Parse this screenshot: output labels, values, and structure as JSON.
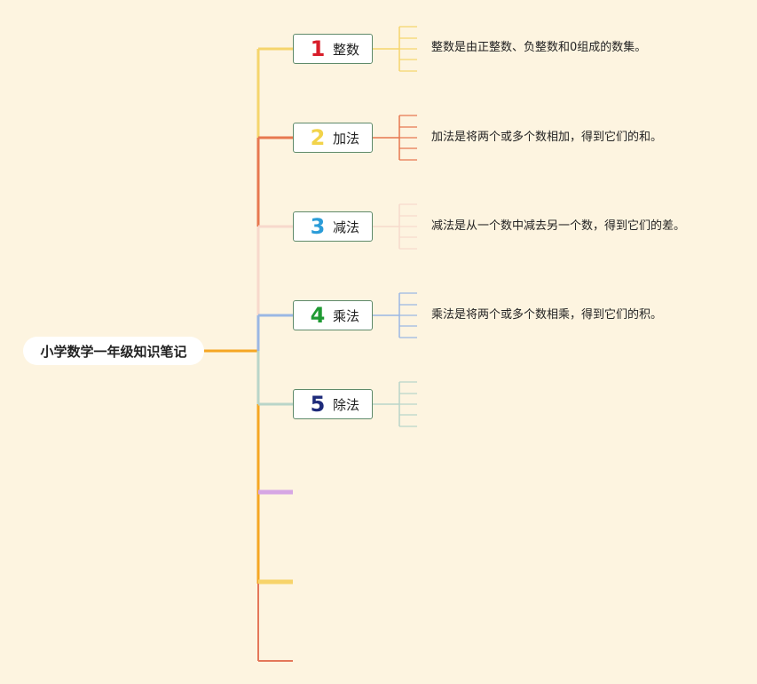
{
  "root": {
    "label": "小学数学一年级知识笔记"
  },
  "topics": [
    {
      "number": "1",
      "label": "整数",
      "color": "#d81e2a",
      "branch_color": "#f5d56c",
      "description": "整数是由正整数、负整数和0组成的数集。"
    },
    {
      "number": "2",
      "label": "加法",
      "color": "#f2d34a",
      "branch_color": "#e7774f",
      "description": "加法是将两个或多个数相加，得到它们的和。"
    },
    {
      "number": "3",
      "label": "减法",
      "color": "#2b9cd8",
      "branch_color": "#f7d9cc",
      "description": "减法是从一个数中减去另一个数，得到它们的差。"
    },
    {
      "number": "4",
      "label": "乘法",
      "color": "#1f9a33",
      "branch_color": "#9ab7e4",
      "description": "乘法是将两个或多个数相乘，得到它们的积。"
    },
    {
      "number": "5",
      "label": "除法",
      "color": "#1d2a7a",
      "branch_color": "#b9d5c9",
      "description": ""
    }
  ],
  "empty_branches": [
    {
      "color": "#d6a6e4"
    },
    {
      "color": "#f7d36a"
    },
    {
      "color": "#e4775a"
    }
  ],
  "colors": {
    "background": "#fdf4e0",
    "spine": "#f5a623",
    "topic_border": "#5f8a6a"
  }
}
